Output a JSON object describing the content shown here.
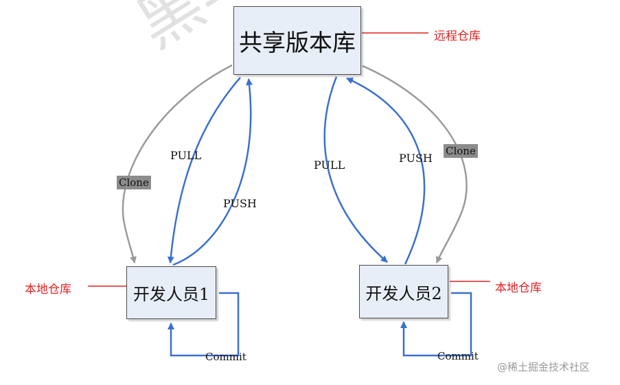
{
  "nodes": {
    "shared_repo": "共享版本库",
    "developer_1": "开发人员1",
    "developer_2": "开发人员2"
  },
  "annotations": {
    "remote_repo": "远程仓库",
    "local_repo_1": "本地仓库",
    "local_repo_2": "本地仓库"
  },
  "edges": {
    "pull_1": "PULL",
    "push_1": "PUSH",
    "pull_2": "PULL",
    "push_2": "PUSH",
    "clone_1": "Clone",
    "clone_2": "Clone",
    "commit_1": "Commit",
    "commit_2": "Commit"
  },
  "watermark": "黑马",
  "credit": "@稀土掘金技术社区",
  "colors": {
    "blue_arrow": "#3a6fd0",
    "gray_arrow": "#9a9a9a",
    "red_annotation": "#e02020",
    "box_fill": "#e8eef7"
  }
}
